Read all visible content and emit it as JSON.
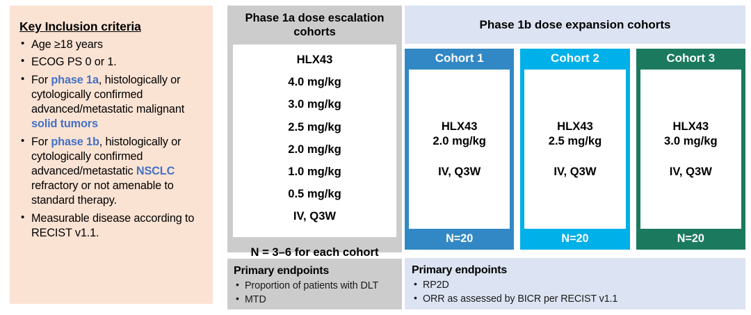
{
  "inclusion": {
    "title": "Key Inclusion criteria",
    "criteria": [
      {
        "parts": [
          {
            "t": "Age ≥18 years",
            "hl": false
          }
        ]
      },
      {
        "parts": [
          {
            "t": "ECOG PS 0 or 1.",
            "hl": false
          }
        ]
      },
      {
        "parts": [
          {
            "t": "For ",
            "hl": false
          },
          {
            "t": "phase 1a",
            "hl": true
          },
          {
            "t": ", histologically or cytologically confirmed advanced/metastatic malignant ",
            "hl": false
          },
          {
            "t": "solid tumors",
            "hl": true
          }
        ]
      },
      {
        "parts": [
          {
            "t": "For ",
            "hl": false
          },
          {
            "t": "phase 1b",
            "hl": true
          },
          {
            "t": ", histologically or cytologically confirmed advanced/metastatic ",
            "hl": false
          },
          {
            "t": "NSCLC",
            "hl": true
          },
          {
            "t": " refractory or not amenable to standard therapy.",
            "hl": false
          }
        ]
      },
      {
        "parts": [
          {
            "t": "Measurable disease according to RECIST v1.1.",
            "hl": false
          }
        ]
      }
    ]
  },
  "phase1a": {
    "header": "Phase 1a dose escalation cohorts",
    "dose_lines": [
      "HLX43",
      "4.0 mg/kg",
      "3.0 mg/kg",
      "2.5 mg/kg",
      "2.0 mg/kg",
      "1.0 mg/kg",
      "0.5 mg/kg",
      "IV, Q3W"
    ],
    "n_label": "N = 3–6 for each cohort",
    "endpoints": {
      "title": "Primary endpoints",
      "items": [
        "Proportion of patients with DLT",
        "MTD"
      ]
    }
  },
  "phase1b": {
    "header": "Phase 1b dose expansion cohorts",
    "cohorts": [
      {
        "title": "Cohort 1",
        "drug": "HLX43",
        "dose": "2.0 mg/kg",
        "route": "IV, Q3W",
        "n": "N=20",
        "color": "#3288c4"
      },
      {
        "title": "Cohort 2",
        "drug": "HLX43",
        "dose": "2.5 mg/kg",
        "route": "IV, Q3W",
        "n": "N=20",
        "color": "#00b0e8"
      },
      {
        "title": "Cohort 3",
        "drug": "HLX43",
        "dose": "3.0 mg/kg",
        "route": "IV, Q3W",
        "n": "N=20",
        "color": "#1b7a5e"
      }
    ],
    "endpoints": {
      "title": "Primary endpoints",
      "items": [
        "RP2D",
        "ORR as assessed by BICR per RECIST v1.1"
      ]
    }
  },
  "colors": {
    "inclusion_bg": "#fbe3d4",
    "phase1a_bg": "#cccccc",
    "phase1b_bg": "#dce3f2",
    "accent_text": "#4472c4",
    "cohort1": "#3288c4",
    "cohort2": "#00b0e8",
    "cohort3": "#1b7a5e"
  }
}
